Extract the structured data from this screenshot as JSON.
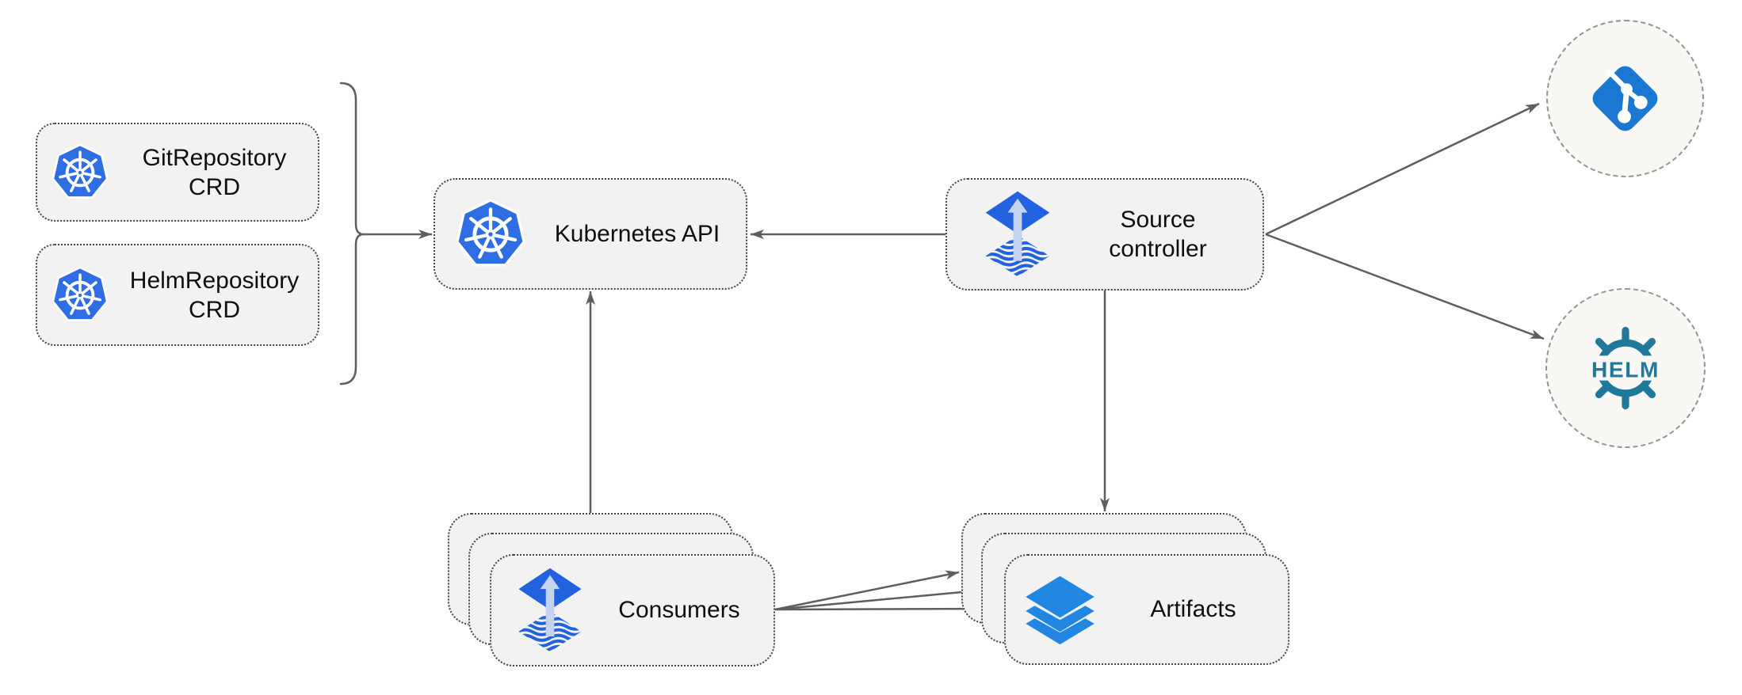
{
  "diagram": {
    "description": "Flux source-controller architecture diagram",
    "colors": {
      "background": "#FFFFFF",
      "box_fill": "#F2F2F2",
      "box_border": "#454545",
      "circle_fill": "#FAF8F4",
      "circle_border": "#949494",
      "connector": "#5E5E5E",
      "text": "#0F0F0F",
      "kubernetes_blue": "#2E6DE4",
      "flux_blue": "#2262DE",
      "flux_arrow_light": "#C5D2F0",
      "git_blue": "#1B78D2",
      "helm_teal": "#20799B",
      "layers_blue": "#2187E2"
    },
    "nodes": {
      "git_repository_crd": {
        "line1": "GitRepository",
        "line2": "CRD",
        "icon": "kubernetes-icon"
      },
      "helm_repository_crd": {
        "line1": "HelmRepository",
        "line2": "CRD",
        "icon": "kubernetes-icon"
      },
      "kubernetes_api": {
        "label": "Kubernetes API",
        "icon": "kubernetes-icon"
      },
      "source_controller": {
        "line1": "Source",
        "line2": "controller",
        "icon": "flux-icon"
      },
      "consumers": {
        "label": "Consumers",
        "icon": "flux-icon",
        "stacked": 3
      },
      "artifacts": {
        "label": "Artifacts",
        "icon": "layers-icon",
        "stacked": 3
      },
      "git_endpoint": {
        "icon": "git-icon"
      },
      "helm_endpoint": {
        "icon": "helm-icon",
        "badge_text": "HELM"
      }
    },
    "connections": [
      {
        "from": "git_repository_crd + helm_repository_crd (bracket group)",
        "to": "kubernetes_api",
        "arrow": true
      },
      {
        "from": "source_controller",
        "to": "kubernetes_api",
        "arrow": true
      },
      {
        "from": "consumers",
        "to": "kubernetes_api",
        "arrow": true
      },
      {
        "from": "source_controller",
        "to": "artifacts",
        "arrow": true
      },
      {
        "from": "source_controller",
        "to": "git_endpoint",
        "arrow": true
      },
      {
        "from": "source_controller",
        "to": "helm_endpoint",
        "arrow": true
      },
      {
        "from": "consumers",
        "to": "artifacts",
        "arrow": true,
        "count": 3
      }
    ]
  }
}
